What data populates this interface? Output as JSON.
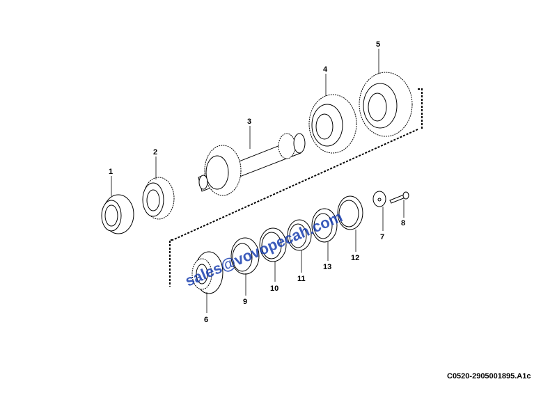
{
  "callouts": [
    "1",
    "2",
    "3",
    "4",
    "5",
    "6",
    "7",
    "8",
    "9",
    "10",
    "11",
    "12",
    "13"
  ],
  "drawing_code": "C0520-2905001895.A1c",
  "watermark": "sales@vovopecah.com"
}
